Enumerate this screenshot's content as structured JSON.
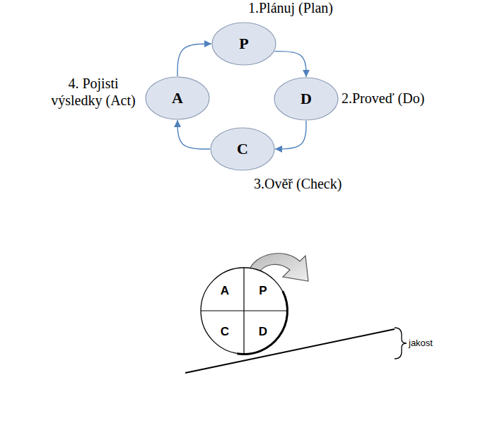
{
  "diagram": {
    "nodes": [
      {
        "text": [
          "1.Plánuj (Plan)",
          "P"
        ]
      },
      {
        "text": [
          "2.Proveď (Do)",
          "D"
        ]
      },
      {
        "text": [
          "3.Ověř (Check)",
          "C"
        ]
      },
      {
        "text": [
          "4. Pojisti výsledky (Act)",
          "A"
        ]
      },
      {
        "text": [
          "A",
          "P",
          "C",
          "D"
        ]
      }
    ],
    "edges": [
      {
        "from": 0,
        "to": 1,
        "arrow": "to"
      },
      {
        "from": 1,
        "to": 2,
        "arrow": "to"
      },
      {
        "from": 2,
        "to": 3,
        "arrow": "to"
      },
      {
        "from": 3,
        "to": 0,
        "arrow": "to"
      }
    ],
    "labels": [
      "jakost"
    ]
  }
}
